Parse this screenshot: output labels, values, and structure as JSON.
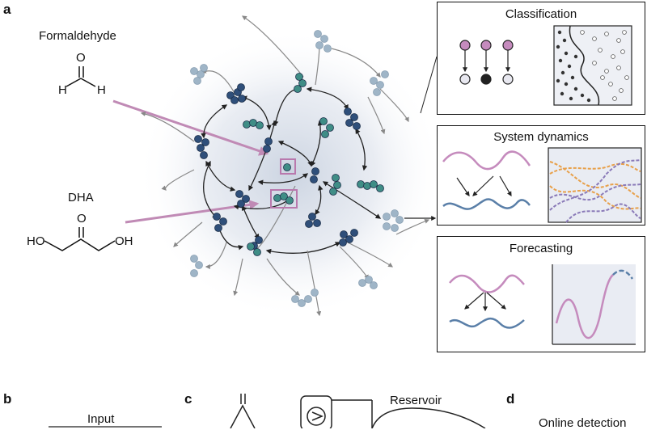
{
  "panels": {
    "a": "a",
    "b": "b",
    "c": "c",
    "d": "d"
  },
  "inputs": {
    "formaldehyde": "Formaldehyde",
    "dha": "DHA"
  },
  "molecule_atoms": {
    "O": "O",
    "H": "H",
    "HO": "HO",
    "OH": "OH"
  },
  "tasks": {
    "classification": "Classification",
    "system_dynamics": "System dynamics",
    "forecasting": "Forecasting"
  },
  "bottom": {
    "input": "Input",
    "reservoir": "Reservoir",
    "online_detection": "Online detection"
  },
  "colors": {
    "network_blue": "#2f4f7a",
    "network_teal": "#3f8d86",
    "network_light": "#9fb5c7",
    "input_arrow": "#c08ab5",
    "signal_purple": "#c58bbd",
    "signal_blue": "#5a7fa8",
    "orange": "#e8a04a"
  }
}
